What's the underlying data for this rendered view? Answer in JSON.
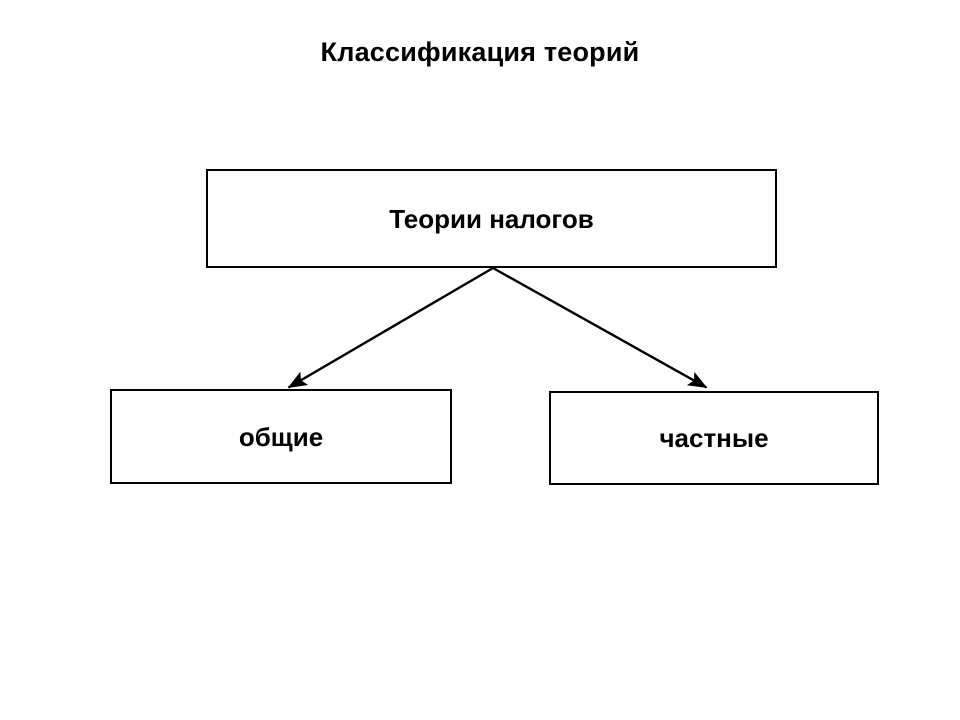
{
  "slide": {
    "title": "Классификация теорий",
    "background_color": "#ffffff",
    "line_color": "#000000",
    "text_color": "#000000"
  },
  "diagram": {
    "type": "hierarchy-tree",
    "root": {
      "label": "Теории налогов"
    },
    "children": [
      {
        "label": "общие"
      },
      {
        "label": "частные"
      }
    ],
    "connectors": [
      {
        "name": "root-to-general",
        "from": "root",
        "to": "общие",
        "arrowhead": "filled-triangle"
      },
      {
        "name": "root-to-particular",
        "from": "root",
        "to": "частные",
        "arrowhead": "filled-triangle"
      }
    ]
  }
}
